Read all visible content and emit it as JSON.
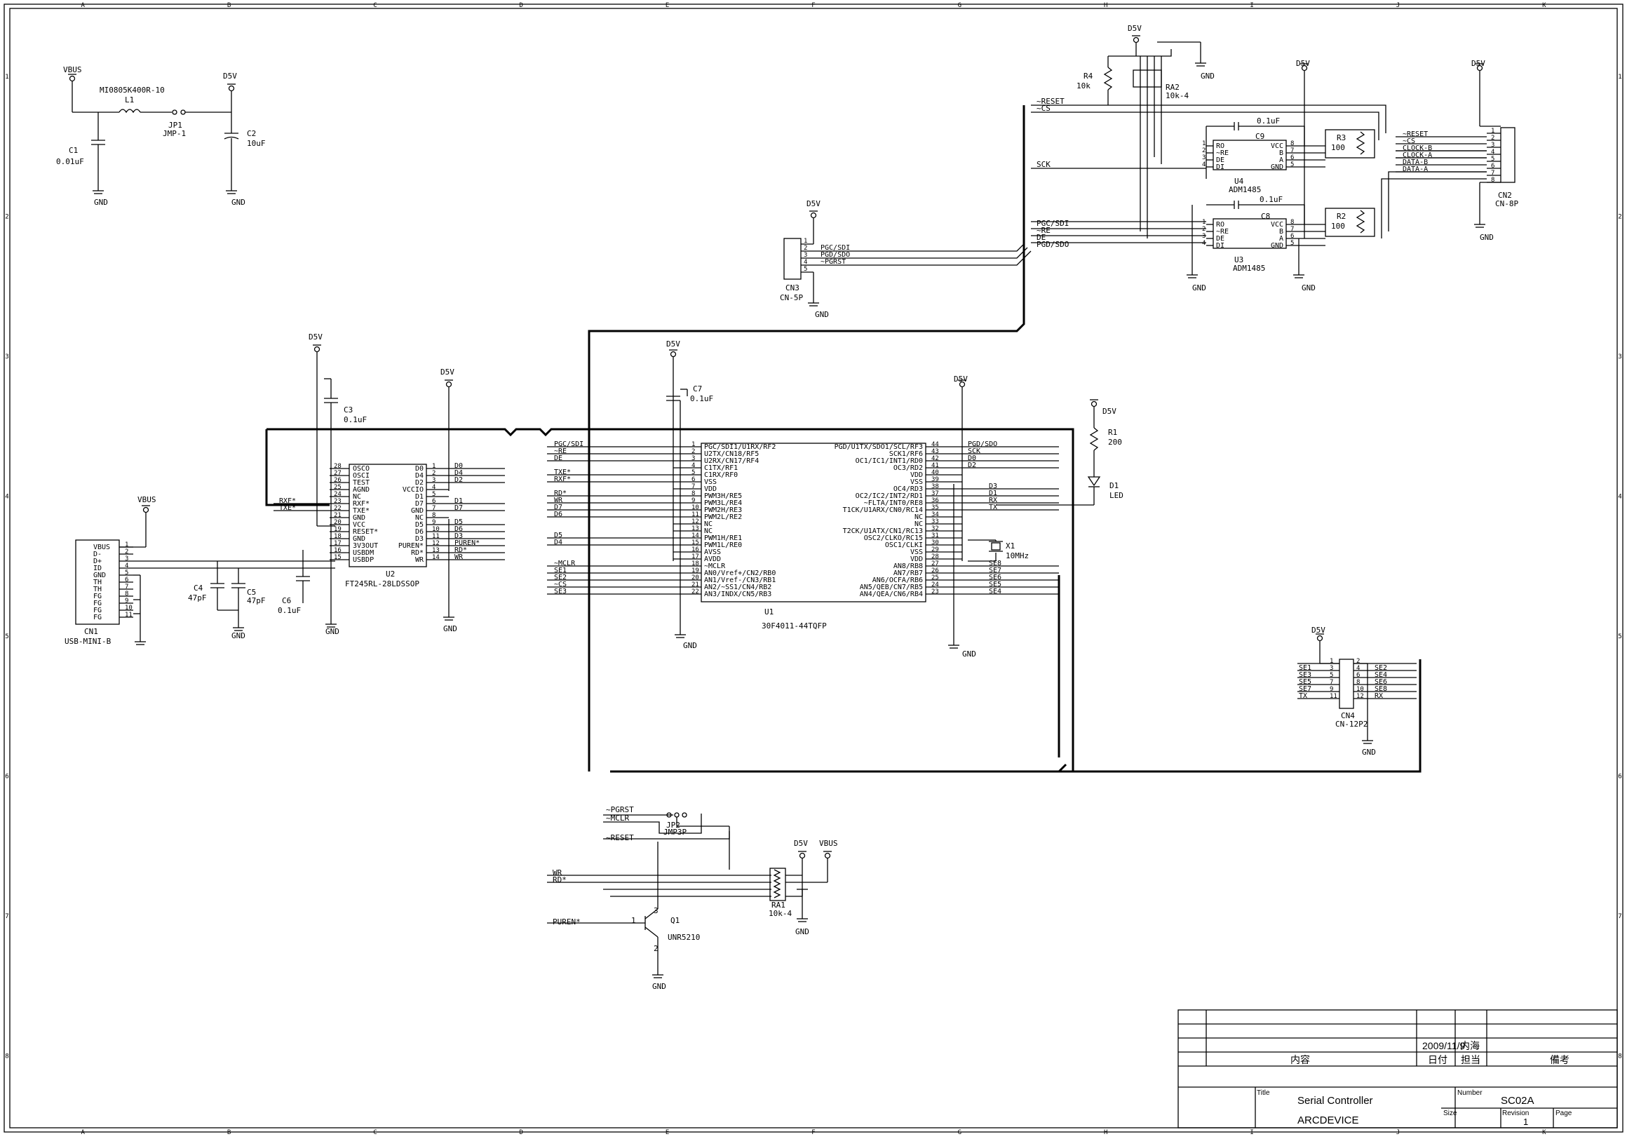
{
  "frame": {
    "col_labels": [
      "A",
      "B",
      "C",
      "D",
      "E",
      "F",
      "G",
      "H",
      "I",
      "J",
      "K"
    ],
    "row_labels": [
      "1",
      "2",
      "3",
      "4",
      "5",
      "6",
      "7",
      "8"
    ]
  },
  "title_block": {
    "date": "2009/11/9",
    "author": "内海",
    "header_content": "内容",
    "header_date": "日付",
    "header_charge": "担当",
    "header_notes": "備考",
    "title_caption": "Title",
    "title": "Serial Controller",
    "company": "ARCDEVICE",
    "number_caption": "Number",
    "number": "SC02A",
    "size_caption": "Size",
    "revision_caption": "Revision",
    "revision": "1",
    "page_caption": "Page"
  },
  "power_block": {
    "vbus": "VBUS",
    "inductor_part": "MI0805K400R-10",
    "inductor_ref": "L1",
    "c1_ref": "C1",
    "c1_val": "0.01uF",
    "jp1_ref": "JP1",
    "jp1_val": "JMP-1",
    "d5v": "D5V",
    "c2_ref": "C2",
    "c2_val": "10uF",
    "gnd": "GND"
  },
  "usb": {
    "ref": "CN1",
    "value": "USB-MINI-B",
    "vbus": "VBUS",
    "pins": [
      {
        "name": "VBUS",
        "num": "1"
      },
      {
        "name": "D-",
        "num": "2"
      },
      {
        "name": "D+",
        "num": "3"
      },
      {
        "name": "ID",
        "num": "4"
      },
      {
        "name": "GND",
        "num": "5"
      },
      {
        "name": "TH",
        "num": "6"
      },
      {
        "name": "TH",
        "num": "7"
      },
      {
        "name": "FG",
        "num": "8"
      },
      {
        "name": "FG",
        "num": "9"
      },
      {
        "name": "FG",
        "num": "10"
      },
      {
        "name": "FG",
        "num": "11"
      }
    ],
    "c4_ref": "C4",
    "c4_val": "47pF",
    "c5_ref": "C5",
    "c5_val": "47pF",
    "c6_ref": "C6",
    "c6_val": "0.1uF",
    "c3_ref": "C3",
    "c3_val": "0.1uF"
  },
  "u2": {
    "ref": "U2",
    "value": "FT245RL-28LDSSOP",
    "left_pins": [
      {
        "num": "28",
        "name": "OSCO"
      },
      {
        "num": "27",
        "name": "OSCI"
      },
      {
        "num": "26",
        "name": "TEST"
      },
      {
        "num": "25",
        "name": "AGND"
      },
      {
        "num": "24",
        "name": "NC"
      },
      {
        "num": "23",
        "name": "RXF*"
      },
      {
        "num": "22",
        "name": "TXE*"
      },
      {
        "num": "21",
        "name": "GND"
      },
      {
        "num": "20",
        "name": "VCC"
      },
      {
        "num": "19",
        "name": "RESET*"
      },
      {
        "num": "18",
        "name": "GND"
      },
      {
        "num": "17",
        "name": "3V3OUT"
      },
      {
        "num": "16",
        "name": "USBDM"
      },
      {
        "num": "15",
        "name": "USBDP"
      }
    ],
    "right_pins": [
      {
        "num": "1",
        "name": "D0"
      },
      {
        "num": "2",
        "name": "D4"
      },
      {
        "num": "3",
        "name": "D2"
      },
      {
        "num": "4",
        "name": "VCCIO"
      },
      {
        "num": "5",
        "name": "D1"
      },
      {
        "num": "6",
        "name": "D7"
      },
      {
        "num": "7",
        "name": "GND"
      },
      {
        "num": "8",
        "name": "NC"
      },
      {
        "num": "9",
        "name": "D5"
      },
      {
        "num": "10",
        "name": "D6"
      },
      {
        "num": "11",
        "name": "D3"
      },
      {
        "num": "12",
        "name": "PUREN*"
      },
      {
        "num": "13",
        "name": "RD*"
      },
      {
        "num": "14",
        "name": "WR"
      }
    ],
    "right_nets": [
      "D0",
      "D4",
      "D2",
      "",
      "D1",
      "D7",
      "",
      "D5",
      "D6",
      "D3",
      "PUREN*",
      "RD*",
      "WR"
    ],
    "left_nets": [
      "RXF*",
      "TXE*"
    ]
  },
  "u1": {
    "ref": "U1",
    "value": "30F4011-44TQFP",
    "left_pins": [
      {
        "num": "1",
        "name": "PGC/SDI1/U1RX/RF2"
      },
      {
        "num": "2",
        "name": "U2TX/CN18/RF5"
      },
      {
        "num": "3",
        "name": "U2RX/CN17/RF4"
      },
      {
        "num": "4",
        "name": "C1TX/RF1"
      },
      {
        "num": "5",
        "name": "C1RX/RF0"
      },
      {
        "num": "6",
        "name": "VSS"
      },
      {
        "num": "7",
        "name": "VDD"
      },
      {
        "num": "8",
        "name": "PWM3H/RE5"
      },
      {
        "num": "9",
        "name": "PWM3L/RE4"
      },
      {
        "num": "10",
        "name": "PWM2H/RE3"
      },
      {
        "num": "11",
        "name": "PWM2L/RE2"
      },
      {
        "num": "12",
        "name": "NC"
      },
      {
        "num": "13",
        "name": "NC"
      },
      {
        "num": "14",
        "name": "PWM1H/RE1"
      },
      {
        "num": "15",
        "name": "PWM1L/RE0"
      },
      {
        "num": "16",
        "name": "AVSS"
      },
      {
        "num": "17",
        "name": "AVDD"
      },
      {
        "num": "18",
        "name": "~MCLR"
      },
      {
        "num": "19",
        "name": "AN0/Vref+/CN2/RB0"
      },
      {
        "num": "20",
        "name": "AN1/Vref-/CN3/RB1"
      },
      {
        "num": "21",
        "name": "AN2/~SS1/CN4/RB2"
      },
      {
        "num": "22",
        "name": "AN3/INDX/CN5/RB3"
      }
    ],
    "right_pins": [
      {
        "num": "44",
        "name": "PGD/U1TX/SDO1/SCL/RF3"
      },
      {
        "num": "43",
        "name": "SCK1/RF6"
      },
      {
        "num": "42",
        "name": "OC1/IC1/INT1/RD0"
      },
      {
        "num": "41",
        "name": "OC3/RD2"
      },
      {
        "num": "40",
        "name": "VDD"
      },
      {
        "num": "39",
        "name": "VSS"
      },
      {
        "num": "38",
        "name": "OC4/RD3"
      },
      {
        "num": "37",
        "name": "OC2/IC2/INT2/RD1"
      },
      {
        "num": "36",
        "name": "~FLTA/INT0/RE8"
      },
      {
        "num": "35",
        "name": "T1CK/U1ARX/CN0/RC14"
      },
      {
        "num": "34",
        "name": "NC"
      },
      {
        "num": "33",
        "name": "NC"
      },
      {
        "num": "32",
        "name": "T2CK/U1ATX/CN1/RC13"
      },
      {
        "num": "31",
        "name": "OSC2/CLKO/RC15"
      },
      {
        "num": "30",
        "name": "OSC1/CLKI"
      },
      {
        "num": "29",
        "name": "VSS"
      },
      {
        "num": "28",
        "name": "VDD"
      },
      {
        "num": "27",
        "name": "AN8/RB8"
      },
      {
        "num": "26",
        "name": "AN7/RB7"
      },
      {
        "num": "25",
        "name": "AN6/OCFA/RB6"
      },
      {
        "num": "24",
        "name": "AN5/QEB/CN7/RB5"
      },
      {
        "num": "23",
        "name": "AN4/QEA/CN6/RB4"
      }
    ],
    "left_nets": [
      "PGC/SDI",
      "~RE",
      "DE",
      "",
      "TXE*",
      "RXF*",
      "",
      "RD*",
      "WR",
      "D7",
      "D6",
      "",
      "",
      "D5",
      "D4",
      "",
      "",
      "~MCLR",
      "SE1",
      "SE2",
      "~CS",
      "SE3"
    ],
    "right_nets": [
      "PGD/SDO",
      "SCK",
      "D0",
      "D2",
      "",
      "",
      "D3",
      "D1",
      "RX",
      "TX",
      "",
      "",
      "",
      "",
      "",
      "",
      "",
      "SE8",
      "SE7",
      "SE6",
      "SE5",
      "SE4"
    ],
    "c7_ref": "C7",
    "c7_val": "0.1uF",
    "x1_ref": "X1",
    "x1_val": "10MHz",
    "r1_ref": "R1",
    "r1_val": "200",
    "d1_ref": "D1",
    "d1_val": "LED"
  },
  "cn3": {
    "ref": "CN3",
    "value": "CN-5P",
    "nets": [
      "PGC/SDI",
      "PGD/SDO",
      "~PGRST"
    ],
    "pins": [
      "1",
      "2",
      "3",
      "4",
      "5"
    ]
  },
  "rs485": {
    "r4_ref": "R4",
    "r4_val": "10k",
    "ra2_ref": "RA2",
    "ra2_val": "10k-4",
    "top_nets": [
      "~RESET",
      "~CS"
    ],
    "sck": "SCK",
    "bottom_nets": [
      "PGC/SDI",
      "~RE",
      "DE",
      "PGD/SDO"
    ],
    "c9_ref": "C9",
    "c9_val": "0.1uF",
    "c8_ref": "C8",
    "c8_val": "0.1uF",
    "u4_ref": "U4",
    "u3_ref": "U3",
    "ic_val": "ADM1485",
    "ic_left": [
      {
        "num": "1",
        "name": "RO"
      },
      {
        "num": "2",
        "name": "~RE"
      },
      {
        "num": "3",
        "name": "DE"
      },
      {
        "num": "4",
        "name": "DI"
      }
    ],
    "ic_right": [
      {
        "num": "8",
        "name": "VCC"
      },
      {
        "num": "7",
        "name": "B"
      },
      {
        "num": "6",
        "name": "A"
      },
      {
        "num": "5",
        "name": "GND"
      }
    ],
    "r3_ref": "R3",
    "r3_val": "100",
    "r2_ref": "R2",
    "r2_val": "100",
    "cn2_ref": "CN2",
    "cn2_val": "CN-8P",
    "cn2_nets": [
      "~RESET",
      "~CS",
      "CLOCK-B",
      "CLOCK-A",
      "DATA-B",
      "DATA-A"
    ],
    "cn2_pins": [
      "1",
      "2",
      "3",
      "4",
      "5",
      "6",
      "7",
      "8"
    ]
  },
  "cn4": {
    "ref": "CN4",
    "value": "CN-12P2",
    "left_nets": [
      "SE1",
      "SE3",
      "SE5",
      "SE7",
      "TX"
    ],
    "left_pins": [
      "1",
      "3",
      "5",
      "7",
      "9",
      "11"
    ],
    "right_pins": [
      "2",
      "4",
      "6",
      "8",
      "10",
      "12"
    ],
    "right_nets": [
      "SE2",
      "SE4",
      "SE6",
      "SE8",
      "RX"
    ]
  },
  "reset_block": {
    "nets": [
      "~PGRST",
      "~MCLR",
      "~RESET"
    ],
    "jp2_ref": "JP2",
    "jp2_val": "JMP3P",
    "wr": "WR",
    "rd": "RD*",
    "puren": "PUREN*",
    "ra1_ref": "RA1",
    "ra1_val": "10k-4",
    "q1_ref": "Q1",
    "q1_val": "UNR5210",
    "q_pins": [
      "1",
      "3",
      "2"
    ]
  }
}
